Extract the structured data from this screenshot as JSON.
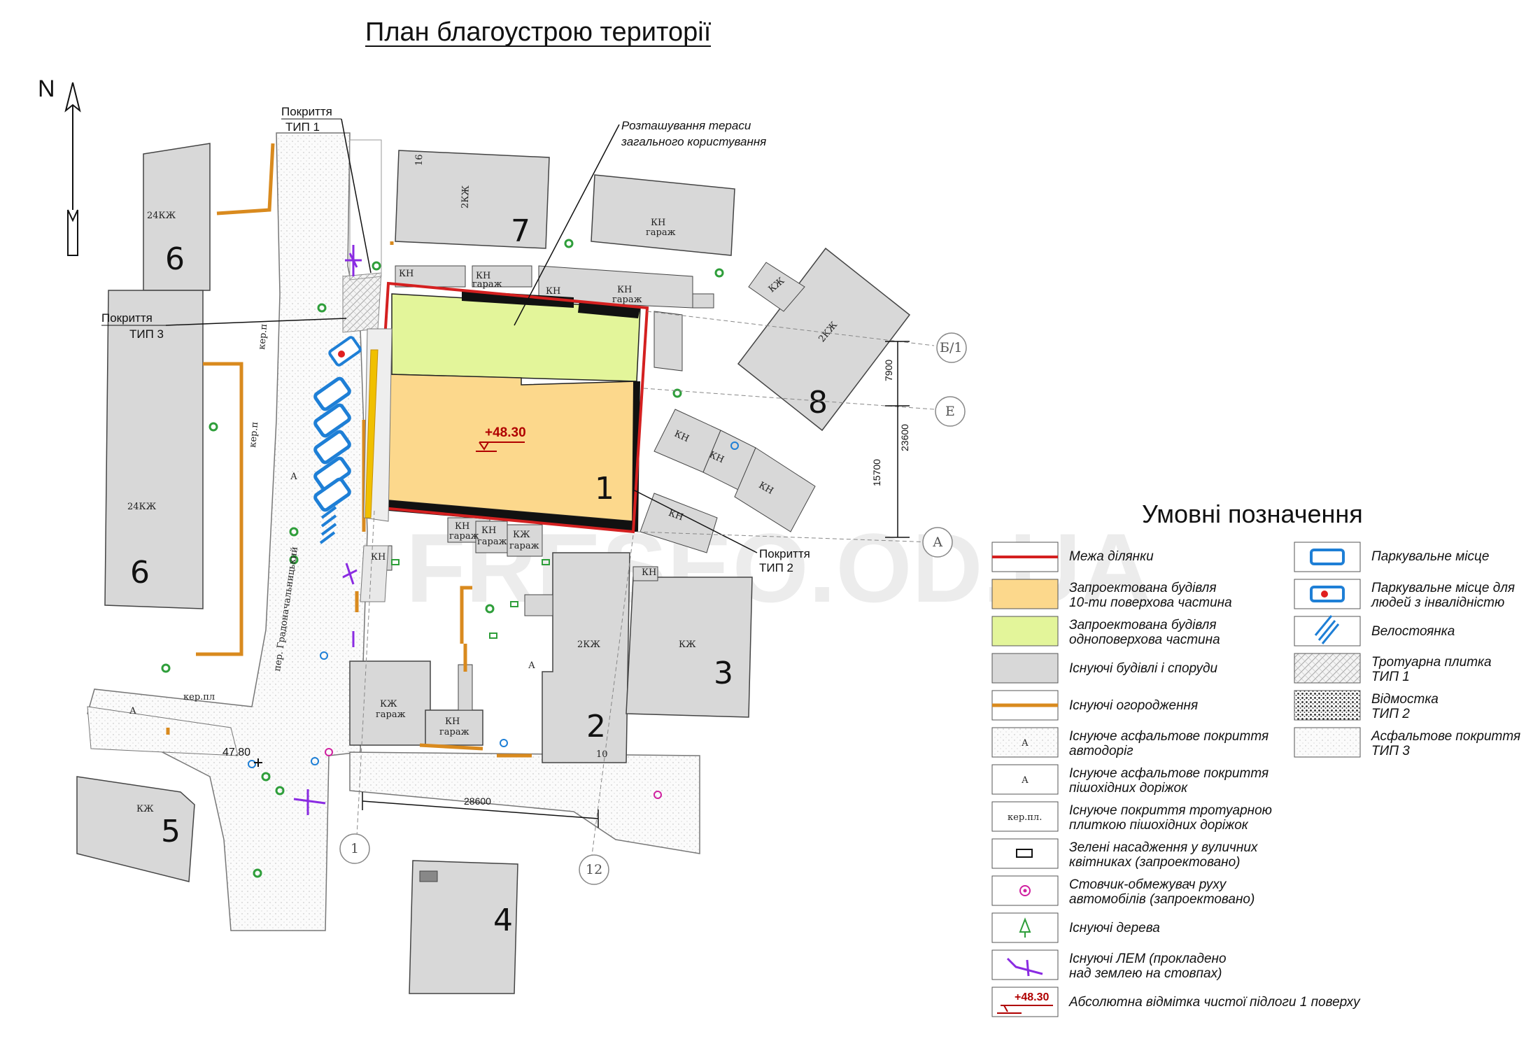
{
  "title": "План благоустрою території",
  "north": "N",
  "watermark": "FRESEO.OD.UA",
  "callouts": {
    "cover1_a": "Покриття",
    "cover1_b": "ТИП 1",
    "cover3_a": "Покриття",
    "cover3_b": "ТИП 3",
    "cover2_a": "Покриття",
    "cover2_b": "ТИП 2",
    "terrace_a": "Розташування тераси",
    "terrace_b": "загального користування"
  },
  "elevation": "+48.30",
  "spot_elevation": "47.80",
  "dimensions": {
    "d7900": "7900",
    "d23600": "23600",
    "d15700": "15700",
    "d28600": "28600"
  },
  "axes": {
    "b1": "Б/1",
    "e": "Е",
    "a": "А",
    "n1": "1",
    "n12": "12"
  },
  "street_labels": {
    "street": "пер. Градоначальницький",
    "ker1": "кер.п",
    "ker2": "кер.п",
    "kerpl": "кер.пл",
    "asphalt": "А"
  },
  "buildings": [
    {
      "num": "1",
      "label": ""
    },
    {
      "num": "2",
      "label": "2КЖ",
      "floors": "10"
    },
    {
      "num": "3",
      "label": "КЖ"
    },
    {
      "num": "4",
      "label": ""
    },
    {
      "num": "5",
      "label": "КЖ"
    },
    {
      "num": "6",
      "label": "24КЖ"
    },
    {
      "num": "7",
      "label": "2КЖ",
      "floors": "16"
    },
    {
      "num": "8",
      "label": "2КЖ"
    }
  ],
  "garage_labels": {
    "kn": "КН",
    "garage": "гараж",
    "kzh": "КЖ"
  },
  "legend": {
    "title": "Умовні позначення",
    "items_left": [
      "Межа ділянки",
      "Запроектована будівля\n10-ти поверхова частина",
      "Запроектована будівля\nодноповерхова частина",
      "Існуючі будівлі і споруди",
      "Існуючі огородження",
      "Існуюче асфальтове покриття\nавтодоріг",
      "Існуюче асфальтове покриття\nпішохідних доріжок",
      "Існуюче покриття тротуарною\nплиткою пішохідних доріжок",
      "Зелені насадження у вуличних\nквітниках (запроектовано)",
      "Стовчик-обмежувач руху\nавтомобілів (запроектовано)",
      "Існуючі дерева",
      "Існуючі ЛЕМ (прокладено\nнад землею на стовпах)",
      "Абсолютна відмітка чистої підлоги 1 поверху"
    ],
    "items_right": [
      "Паркувальне місце",
      "Паркувальне місце для\nлюдей з інвалідністю",
      "Велостоянка",
      "Тротуарна плитка\nТИП 1",
      "Відмостка\nТИП 2",
      "Асфальтове покриття\nТИП 3"
    ],
    "swatch_a": "А",
    "swatch_kerpl": "кер.пл.",
    "swatch_elev": "+48.30"
  },
  "colors": {
    "building": "#d8d8d8",
    "tall_part": "#fcd88c",
    "low_part": "#e3f59a",
    "boundary": "#d42020",
    "fence": "#d98a1e",
    "parking": "#1e7fd6",
    "tree": "#2e9e3a",
    "lem": "#8a2be2"
  }
}
